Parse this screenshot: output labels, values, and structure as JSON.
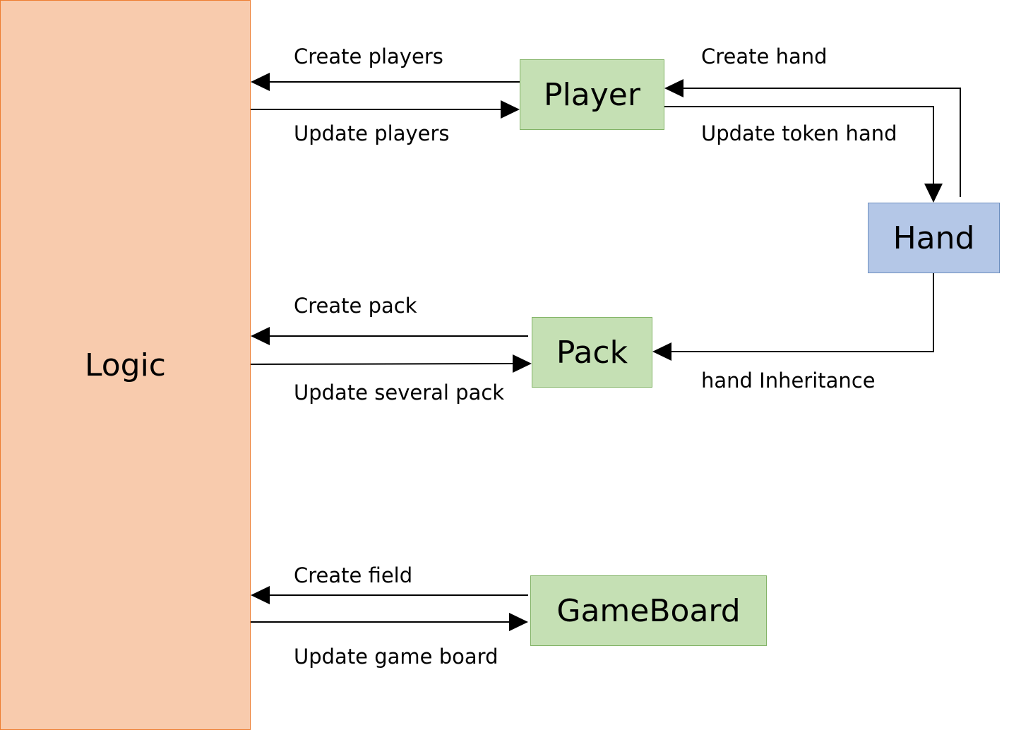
{
  "colors": {
    "logic_fill": "#F8CBAD",
    "logic_border": "#ED7D31",
    "green_fill": "#C5E0B4",
    "green_border": "#82B366",
    "blue_fill": "#B4C7E7",
    "blue_border": "#6C8EBF",
    "arrow": "#000000"
  },
  "nodes": {
    "logic": "Logic",
    "player": "Player",
    "hand": "Hand",
    "pack": "Pack",
    "gameboard": "GameBoard"
  },
  "edges": {
    "create_players": "Create players",
    "update_players": "Update players",
    "create_hand": "Create hand",
    "update_token_hand": "Update token hand",
    "create_pack": "Create pack",
    "update_several_pack": "Update several pack",
    "hand_inheritance": "hand Inheritance",
    "create_field": "Create field",
    "update_game_board": "Update game board"
  }
}
